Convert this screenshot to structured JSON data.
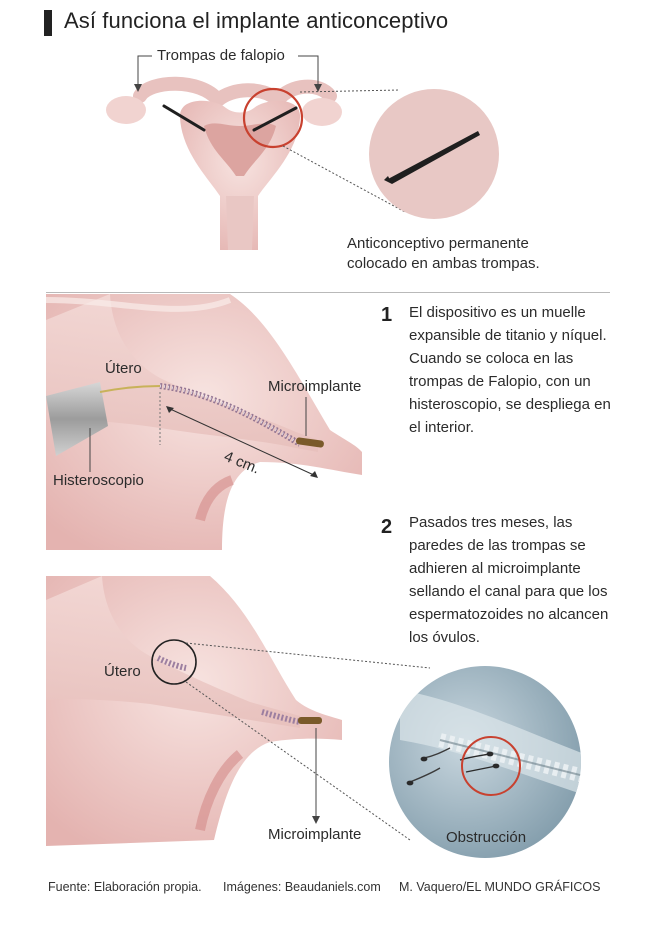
{
  "title": "Así funciona el implante anticonceptivo",
  "top_diagram": {
    "label_tubes": "Trompas de falopio",
    "caption_line1": "Anticonceptivo permanente",
    "caption_line2": "colocado en ambas trompas."
  },
  "step1": {
    "number": "1",
    "text": "El dispositivo es un muelle expansible de titanio y níquel. Cuando se coloca en las trompas de Falopio, con un histeroscopio, se despliega en el interior.",
    "label_uterus": "Útero",
    "label_implant": "Microimplante",
    "label_scope": "Histeroscopio",
    "label_length": "4 cm."
  },
  "step2": {
    "number": "2",
    "text": "Pasados tres meses, las paredes de las trompas se adhieren al microimplante sellando el canal para que los espermatozoides no alcancen los óvulos.",
    "label_uterus": "Útero",
    "label_implant": "Microimplante",
    "label_obstruction": "Obstrucción"
  },
  "footer": {
    "source": "Fuente: Elaboración propia.",
    "images": "Imágenes: Beaudaniels.com",
    "credit": "M. Vaquero/EL MUNDO GRÁFICOS"
  },
  "colors": {
    "tissue": "#f0d6d3",
    "tissue_dark": "#d99d9a",
    "highlight_circle": "#c8412f",
    "zoom_bg": "#a9bfcc"
  }
}
